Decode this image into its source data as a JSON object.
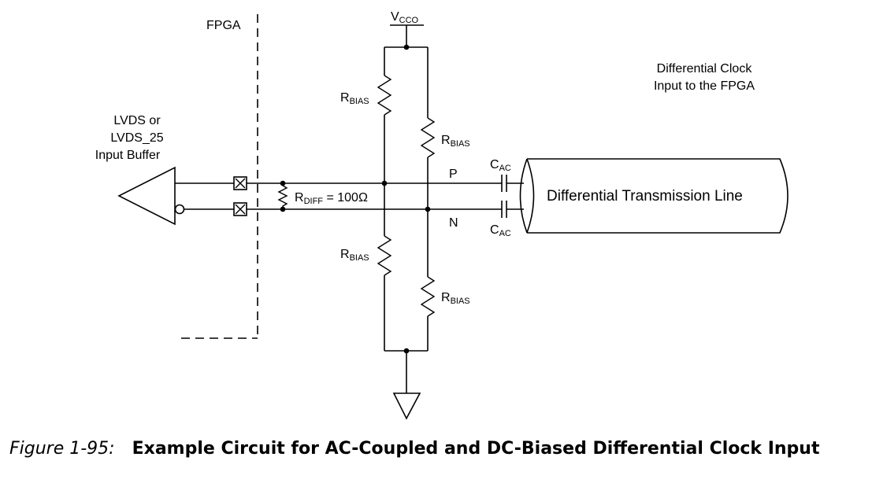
{
  "labels": {
    "fpga": "FPGA",
    "vcco_main": "V",
    "vcco_sub": "CCO",
    "clock_input_line1": "Differential Clock",
    "clock_input_line2": "Input to the FPGA",
    "buffer_line1": "LVDS or",
    "buffer_line2": "LVDS_25",
    "buffer_line3": "Input Buffer",
    "rbias_main": "R",
    "rbias_sub": "BIAS",
    "rdiff_main": "R",
    "rdiff_sub": "DIFF",
    "rdiff_value": " = 100Ω",
    "cac_main": "C",
    "cac_sub": "AC",
    "p_label": "P",
    "n_label": "N",
    "transmission_line": "Differential Transmission Line"
  },
  "caption": {
    "figure_number": "Figure 1-95:",
    "title": "Example Circuit for AC-Coupled and DC-Biased Differential Clock Input"
  }
}
